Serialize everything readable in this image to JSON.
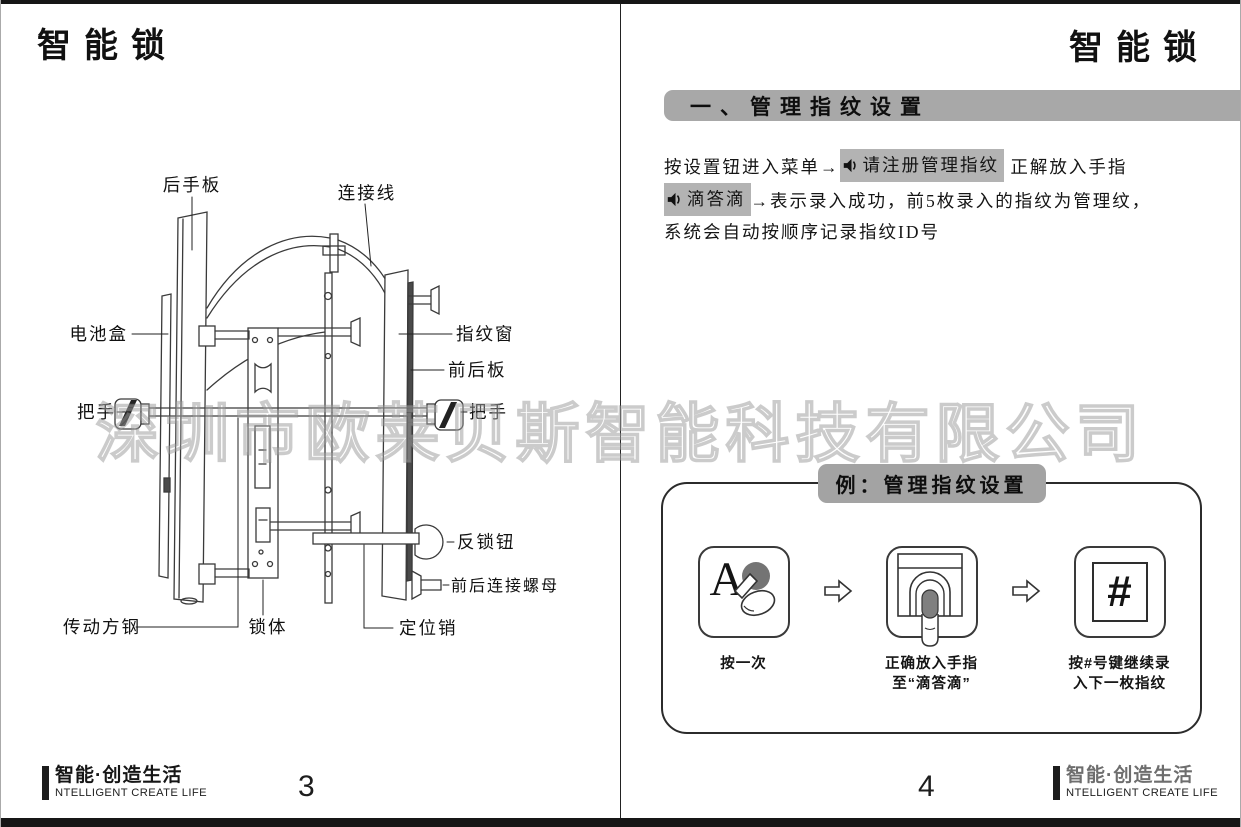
{
  "watermark": "深圳市欧莱贝斯智能科技有限公司",
  "left_page": {
    "title": "智能锁",
    "page_number": "3",
    "footer": {
      "slogan_cn": "智能·创造生活",
      "slogan_en": "NTELLIGENT CREATE LIFE"
    },
    "diagram_labels": {
      "rear_panel": "后手板",
      "connect_cable": "连接线",
      "battery_box": "电池盒",
      "fingerprint_window": "指纹窗",
      "front_rear_plate": "前后板",
      "handle_left": "把手",
      "handle_right": "把手",
      "anti_lock_knob": "反锁钮",
      "front_rear_connect_nut": "前后连接螺母",
      "drive_square_steel": "传动方钢",
      "lock_body": "锁体",
      "positioning_pin": "定位销"
    }
  },
  "right_page": {
    "title": "智能锁",
    "page_number": "4",
    "footer": {
      "slogan_cn": "智能·创造生活",
      "slogan_en": "NTELLIGENT CREATE LIFE"
    },
    "section_header": "一、管理指纹设置",
    "instructions": {
      "seg1": "按设置钮进入菜单→",
      "voice_prompt1": "请注册管理指纹",
      "seg2": " 正解放入手指",
      "voice_prompt2": "滴答滴",
      "seg3": "→表示录入成功，前5枚录入的指纹为管理纹，",
      "seg4": "系统会自动按顺序记录指纹ID号"
    },
    "example_box": {
      "badge": "例：管理指纹设置",
      "steps": [
        {
          "icon": "press-key-A",
          "key_label": "A",
          "caption_lines": [
            "按一次"
          ]
        },
        {
          "icon": "fingerprint-sensor",
          "caption_lines": [
            "正确放入手指",
            "至“滴答滴”"
          ]
        },
        {
          "icon": "hash-key",
          "key_label": "#",
          "caption_lines": [
            "按#号键继续录",
            "入下一枚指纹"
          ]
        }
      ]
    }
  },
  "colors": {
    "header_bar": "#a8a8a8",
    "voice_highlight": "#b3b3b3",
    "badge": "#a3a3a3",
    "ink": "#1a1a1a"
  }
}
